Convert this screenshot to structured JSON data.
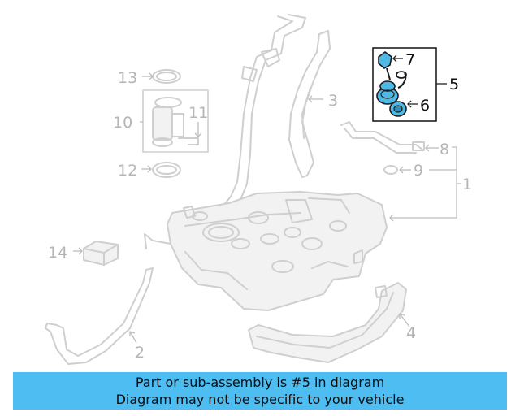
{
  "callouts": {
    "n1": "1",
    "n2": "2",
    "n3": "3",
    "n4": "4",
    "n5": "5",
    "n6": "6",
    "n7": "7",
    "n8": "8",
    "n9": "9",
    "n10": "10",
    "n11": "11",
    "n12": "12",
    "n13": "13",
    "n14": "14"
  },
  "banner": {
    "line1": "Part or sub-assembly is #5 in diagram",
    "line2": "Diagram may not be specific to your vehicle"
  },
  "colors": {
    "highlight": "#4fb9e6",
    "banner": "#4ebdf2",
    "inactive_part": "#cfcfcf"
  }
}
